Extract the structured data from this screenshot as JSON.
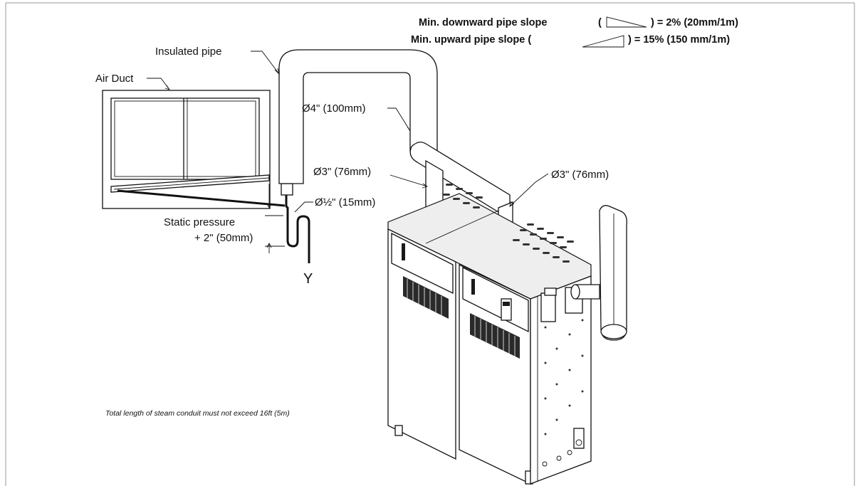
{
  "header": {
    "downward_prefix": "Min. downward pipe slope",
    "downward_suffix": ") = 2% (20mm/1m)",
    "upward_prefix": "Min.   upward pipe slope (",
    "upward_suffix": ") = 15% (150 mm/1m)",
    "open_paren": "("
  },
  "labels": {
    "insulated_pipe": "Insulated pipe",
    "air_duct": "Air Duct",
    "pipe_4in": "Ø4\" (100mm)",
    "pipe_3in_left": "Ø3\" (76mm)",
    "pipe_3in_right": "Ø3\" (76mm)",
    "pipe_half_in": "Ø½\" (15mm)",
    "static_pressure": "Static pressure",
    "plus_2in": "+ 2\" (50mm)",
    "drain_y": "Y"
  },
  "footnote": "Total length of steam conduit must not exceed 16ft (5m)"
}
